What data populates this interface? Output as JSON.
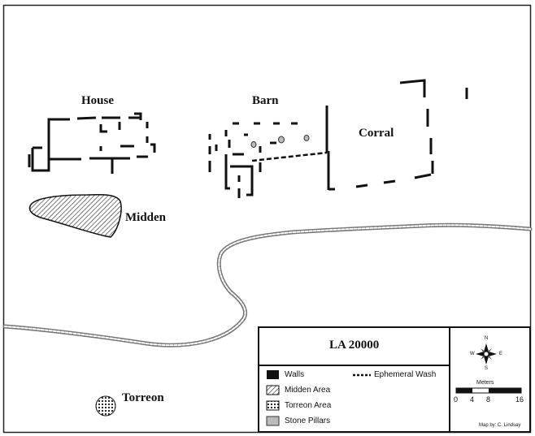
{
  "map": {
    "features": {
      "house": "House",
      "barn": "Barn",
      "corral": "Corral",
      "midden": "Midden",
      "torreon": "Torreon"
    },
    "legend": {
      "title": "LA 20000",
      "walls": "Walls",
      "midden_area": "Midden Area",
      "torreon_area": "Torreon Area",
      "stone_pillars": "Stone Pillars",
      "ephemeral_wash": "Ephemeral Wash"
    },
    "compass": {
      "n": "N",
      "s": "S",
      "e": "E",
      "w": "W"
    },
    "scale": {
      "unit": "Meters",
      "ticks": [
        "0",
        "4",
        "8",
        "16"
      ]
    },
    "credit": "Map by: C. Lindsay"
  }
}
